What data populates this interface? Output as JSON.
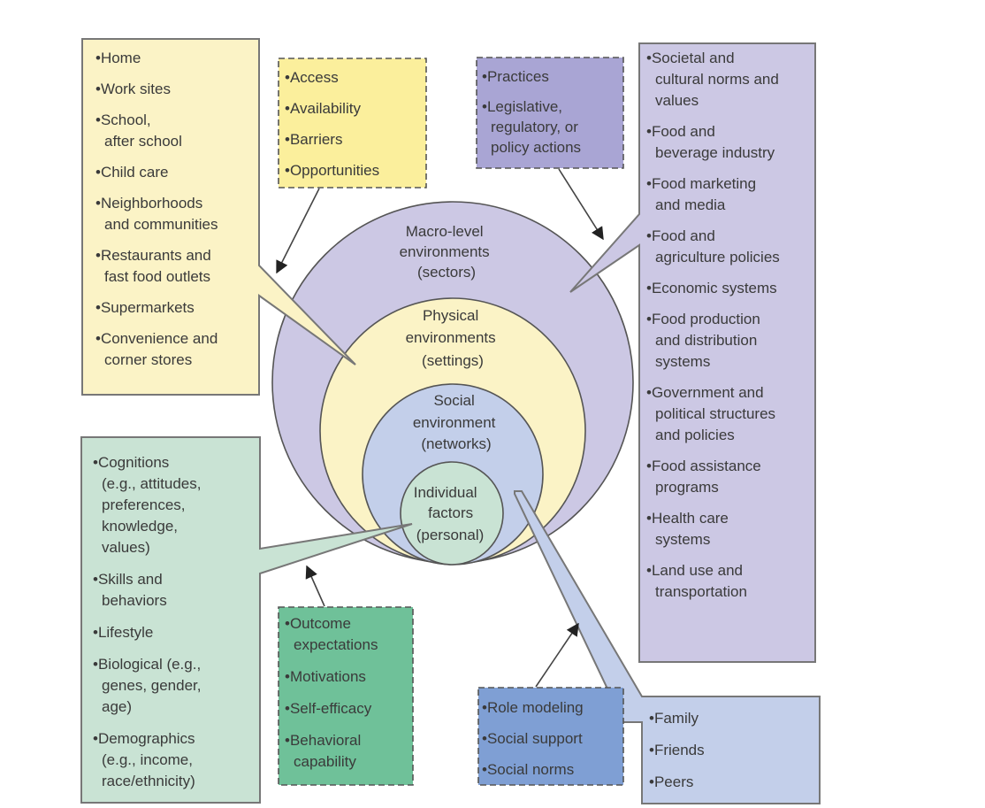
{
  "colors": {
    "yellow": "#fbf3c6",
    "yellow_dash": "#fbef9c",
    "purple": "#ccc8e4",
    "purple_dash": "#a9a5d4",
    "blue": "#c3cfea",
    "blue_dash": "#7f9fd4",
    "green": "#c9e3d4",
    "green_dash": "#6fc199"
  },
  "circles": {
    "macro": [
      "Macro-level",
      "environments",
      "(sectors)"
    ],
    "physical": [
      "Physical",
      "environments",
      "(settings)"
    ],
    "social": [
      "Social",
      "environment",
      "(networks)"
    ],
    "individual": [
      "Individual",
      "factors",
      "(personal)"
    ]
  },
  "boxes": {
    "settings": {
      "items": [
        [
          "Home"
        ],
        [
          "Work sites"
        ],
        [
          "School,",
          "after school"
        ],
        [
          "Child care"
        ],
        [
          "Neighborhoods",
          "and communities"
        ],
        [
          "Restaurants and",
          "fast food outlets"
        ],
        [
          "Supermarkets"
        ],
        [
          "Convenience and",
          "corner stores"
        ]
      ]
    },
    "physical_factors": {
      "items": [
        [
          "Access"
        ],
        [
          "Availability"
        ],
        [
          "Barriers"
        ],
        [
          "Opportunities"
        ]
      ]
    },
    "macro_factors": {
      "items": [
        [
          "Practices"
        ],
        [
          "Legislative,",
          "regulatory, or",
          "policy actions"
        ]
      ]
    },
    "sectors": {
      "items": [
        [
          "Societal and",
          "cultural norms and",
          "values"
        ],
        [
          "Food and",
          "beverage industry"
        ],
        [
          "Food marketing",
          "and media"
        ],
        [
          "Food and",
          "agriculture policies"
        ],
        [
          "Economic systems"
        ],
        [
          "Food production",
          "and distribution",
          "systems"
        ],
        [
          "Government and",
          "political structures",
          "and policies"
        ],
        [
          "Food assistance",
          "programs"
        ],
        [
          "Health care",
          "systems"
        ],
        [
          "Land use and",
          "transportation"
        ]
      ]
    },
    "individual": {
      "items": [
        [
          "Cognitions",
          "(e.g., attitudes,",
          "preferences,",
          "knowledge,",
          "values)"
        ],
        [
          "Skills and",
          "behaviors"
        ],
        [
          "Lifestyle"
        ],
        [
          "Biological (e.g.,",
          "genes, gender,",
          "age)"
        ],
        [
          "Demographics",
          "(e.g., income,",
          "race/ethnicity)"
        ]
      ]
    },
    "individual_factors": {
      "items": [
        [
          "Outcome",
          "expectations"
        ],
        [
          "Motivations"
        ],
        [
          "Self-efficacy"
        ],
        [
          "Behavioral",
          "capability"
        ]
      ]
    },
    "social_factors": {
      "items": [
        [
          "Role modeling"
        ],
        [
          "Social support"
        ],
        [
          "Social norms"
        ]
      ]
    },
    "networks": {
      "items": [
        [
          "Family"
        ],
        [
          "Friends"
        ],
        [
          "Peers"
        ]
      ]
    }
  }
}
